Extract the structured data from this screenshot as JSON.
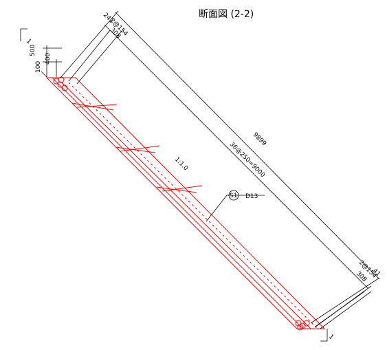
{
  "title": "断面図 (2-2)",
  "section_marker": "1",
  "dimensions": {
    "top_width_outer": "500",
    "top_width_inner": "400",
    "top_offset": "100",
    "top_end": "241",
    "top_spacing": "2@154",
    "top_inner": "308",
    "total_length": "9899",
    "rebar_spacing": "36@250=9000",
    "bottom_spacing": "2@154",
    "bottom_inner": "308",
    "bottom_end": "41"
  },
  "slope": "1:1.0",
  "rebar_label": {
    "mark": "S1",
    "size": "D13"
  },
  "colors": {
    "line": "#000000",
    "member": "#ff0000"
  }
}
